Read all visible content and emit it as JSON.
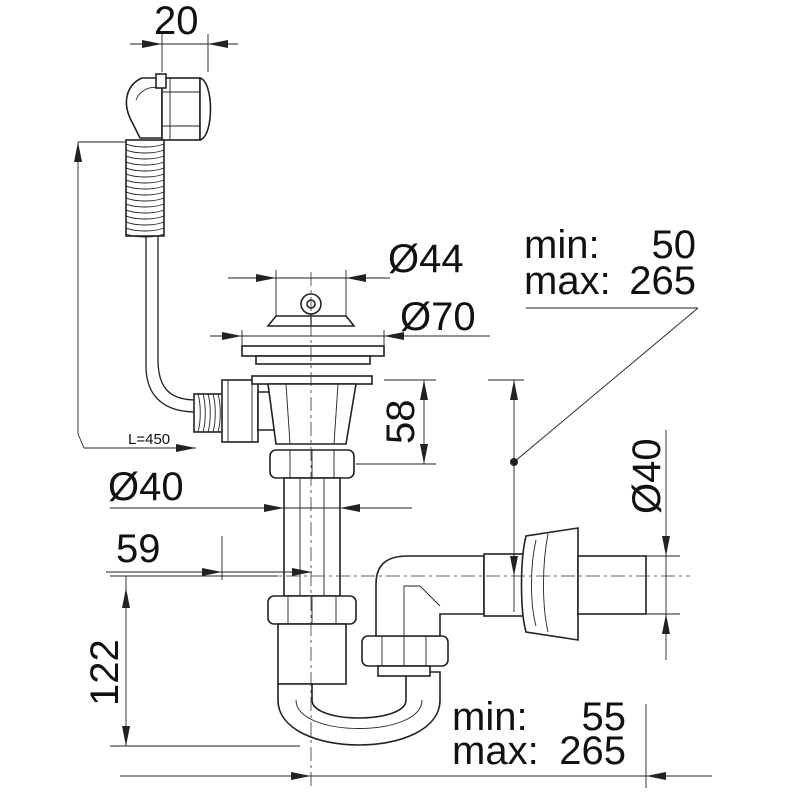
{
  "labels": {
    "width_top": "20",
    "dia_44": "Ø44",
    "dia_70": "Ø70",
    "height_58": "58",
    "dia_40_left": "Ø40",
    "dia_40_right": "Ø40",
    "dist_59": "59",
    "height_122": "122",
    "hose_length": "L=450",
    "range_upper_min_label": "min:",
    "range_upper_min_value": "50",
    "range_upper_max_label": "max:",
    "range_upper_max_value": "265",
    "range_lower_min_label": "min:",
    "range_lower_min_value": "55",
    "range_lower_max_label": "max:",
    "range_lower_max_value": "265"
  },
  "colors": {
    "line": "#222222",
    "fill": "#ffffff",
    "shade": "#d8d8d8"
  }
}
